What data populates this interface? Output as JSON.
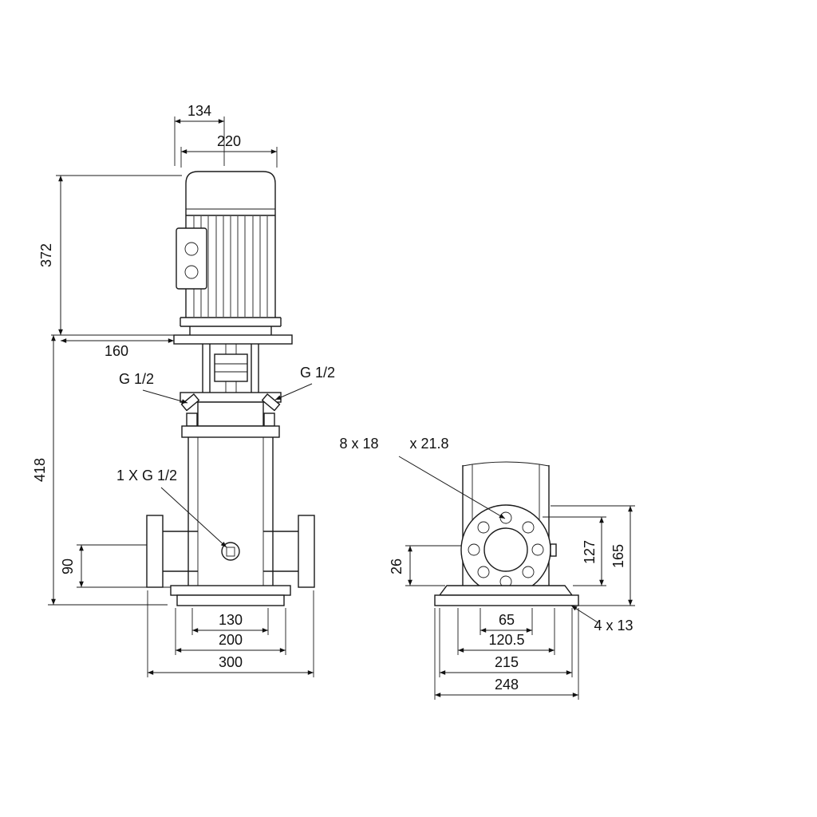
{
  "drawing_title": "pump-dimensional-drawing",
  "front_view": {
    "dim_134": "134",
    "dim_220": "220",
    "dim_372": "372",
    "dim_160": "160",
    "dim_418": "418",
    "dim_90": "90",
    "dim_130": "130",
    "dim_200": "200",
    "dim_300": "300",
    "port_left": "G 1/2",
    "port_right": "G 1/2",
    "drain": "1 X G 1/2"
  },
  "side_view": {
    "flange_holes": "8 x 18",
    "flange_holes_depth": "x 21.8",
    "dim_26": "26",
    "dim_127": "127",
    "dim_165": "165",
    "base_holes": "4 x 13",
    "dim_65": "65",
    "dim_120_5": "120.5",
    "dim_215": "215",
    "dim_248": "248"
  }
}
